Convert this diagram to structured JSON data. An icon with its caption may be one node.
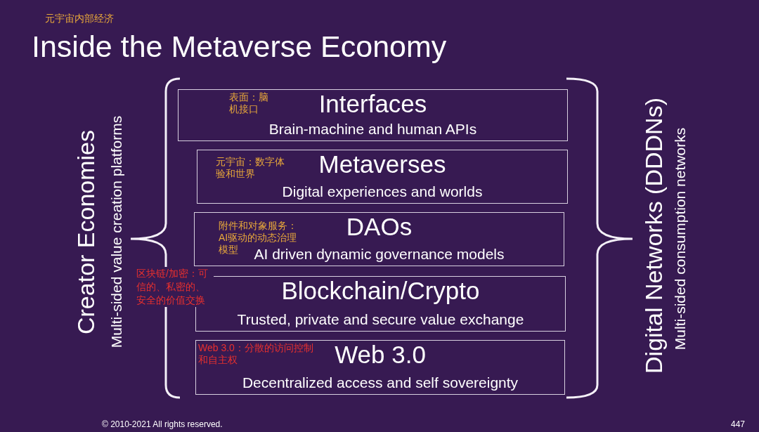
{
  "diagram": {
    "title": "Inside the Metaverse Economy",
    "nodes": [
      {
        "text": [
          "表面：脑机接口",
          "Interfaces",
          "Brain-machine and human APIs"
        ]
      },
      {
        "text": [
          "元宇宙：数字体验和世界",
          "Metaverses",
          "Digital experiences and worlds"
        ]
      },
      {
        "text": [
          "附件和对象服务：AI驱动的动态治理模型",
          "DAOs",
          "AI driven dynamic governance models"
        ]
      },
      {
        "text": [
          "Blockchain/Crypto",
          "Trusted, private and secure value exchange"
        ],
        "beside": [
          "区块链/加密：可信的、私密的、安全的价值交换"
        ]
      },
      {
        "text": [
          "Web 3.0：分散的访问控制和自主权",
          "Web 3.0",
          "Decentralized access and self sovereignty"
        ]
      }
    ],
    "labels": [
      "元宇宙内部经济",
      "Creator Economies",
      "Multi-sided value creation platforms",
      "Digital Networks (DDDNs)",
      "Multi-sided consumption networks",
      "© 2010-2021 All rights reserved.",
      "447"
    ]
  }
}
